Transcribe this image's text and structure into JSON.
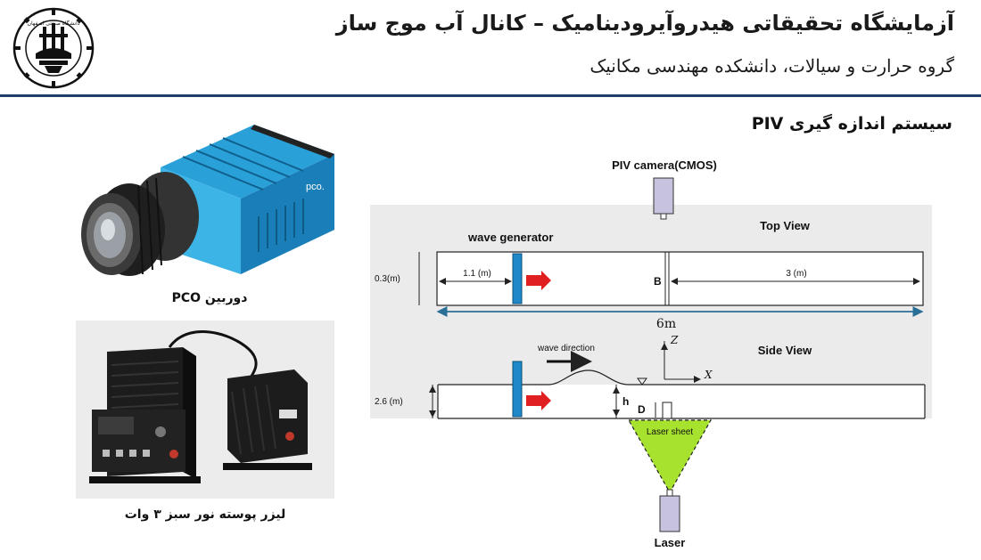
{
  "header": {
    "title": "آزمایشگاه تحقیقاتی هیدروآیرودینامیک – کانال آب موج ساز",
    "subtitle": "گروه حرارت و سیالات، دانشکده مهندسی مکانیک",
    "logo_text": "دانشگاه صنعتی اصفهان"
  },
  "section": {
    "title": "سیستم اندازه گیری PIV"
  },
  "camera_photo": {
    "caption": "دوربین PCO",
    "brand_text": "pco."
  },
  "laser_photo": {
    "caption": "لیزر پوسته نور سبز ۳ وات"
  },
  "diagram": {
    "piv_camera_label": "PIV camera(CMOS)",
    "top_view_label": "Top View",
    "side_view_label": "Side View",
    "wave_generator_label": "wave generator",
    "width_label": "0.3(m)",
    "gen_distance_label": "1.1 (m)",
    "b_label": "B",
    "downstream_label": "3 (m)",
    "length_label": "6m",
    "depth_label": "2.6 (m)",
    "wave_direction_label": "wave direction",
    "z_label": "Z",
    "x_label": "X",
    "h_label": "h",
    "d_label": "D",
    "laser_sheet_label": "Laser sheet",
    "laser_label": "Laser"
  },
  "colors": {
    "header_line": "#1f3d6b",
    "paddle": "#1e88c8",
    "arrow": "#e02020",
    "laser_sheet": "#a6e22e",
    "device_box": "#c7c3df"
  }
}
